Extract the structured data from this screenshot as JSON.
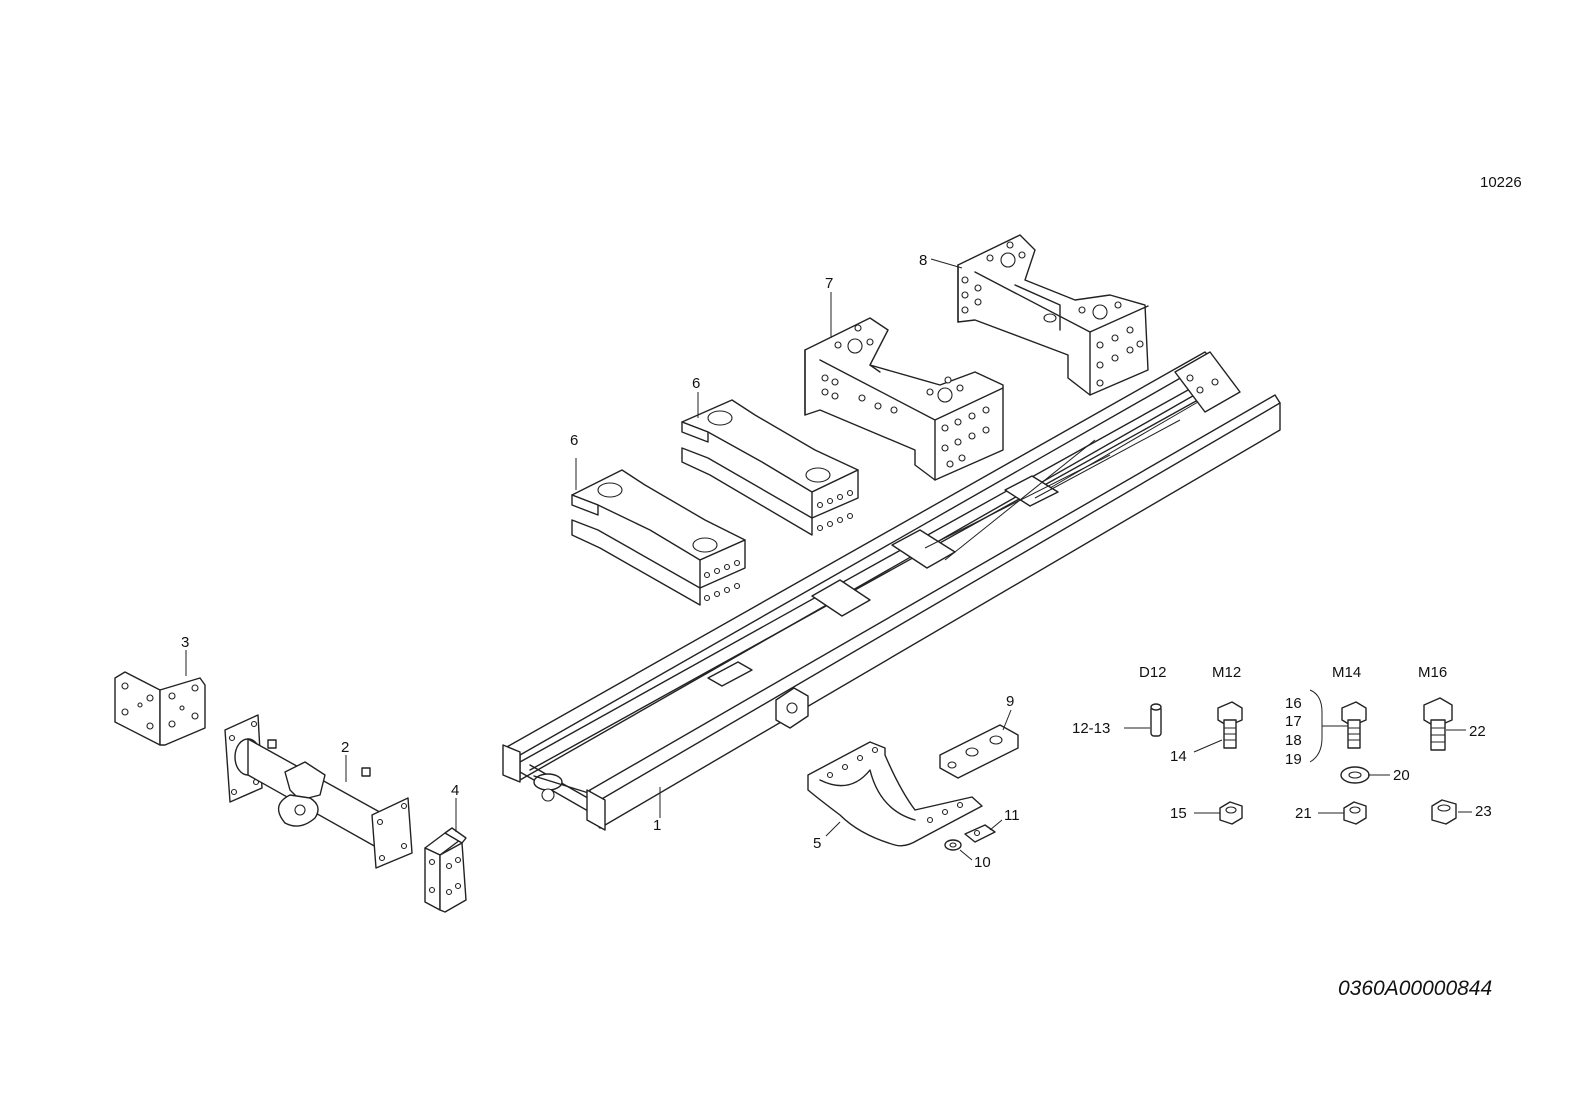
{
  "figure_code": "10226",
  "document_number": "0360A00000844",
  "callouts": {
    "c1": "1",
    "c2": "2",
    "c3": "3",
    "c4": "4",
    "c5": "5",
    "c6a": "6",
    "c6b": "6",
    "c7": "7",
    "c8": "8",
    "c9": "9",
    "c10": "10",
    "c11": "11",
    "c12_13": "12-13",
    "c14": "14",
    "c15": "15",
    "c16": "16",
    "c17": "17",
    "c18": "18",
    "c19": "19",
    "c20": "20",
    "c21": "21",
    "c22": "22",
    "c23": "23"
  },
  "fastener_sizes": {
    "d12": "D12",
    "m12": "M12",
    "m14": "M14",
    "m16": "M16"
  }
}
